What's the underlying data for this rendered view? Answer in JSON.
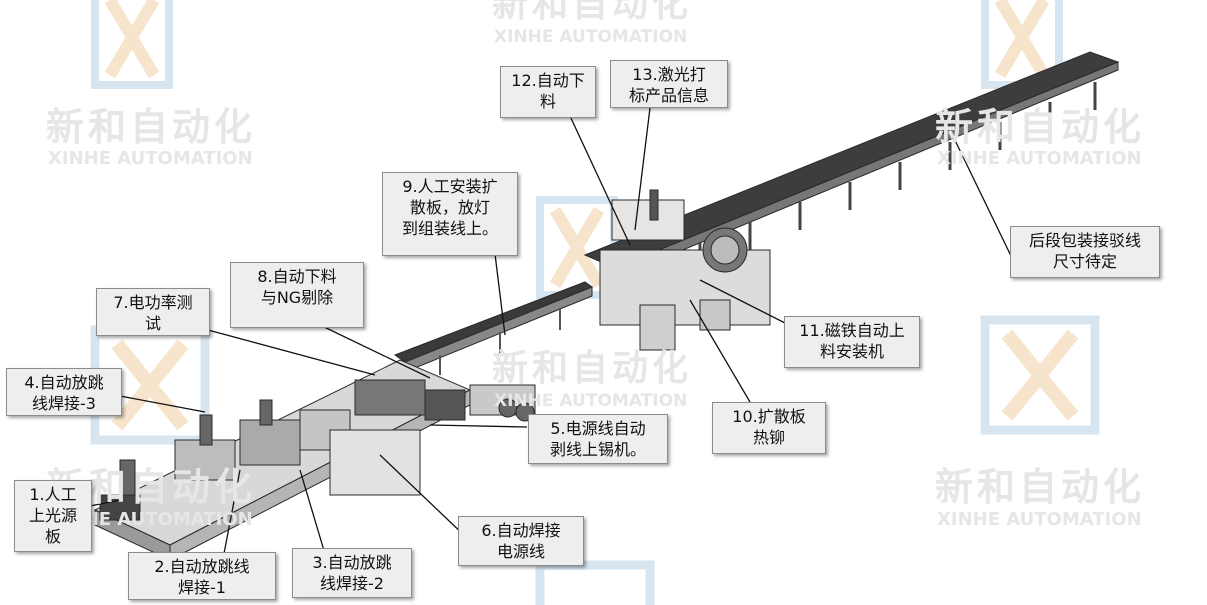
{
  "watermark": {
    "brand_cn": "新和自动化",
    "brand_en": "XINHE AUTOMATION",
    "colors": {
      "logo_blue": "#d3e2f0",
      "logo_orange": "#f5e3c7",
      "text": "#e6e6e6"
    }
  },
  "callouts": [
    {
      "id": "c1",
      "text": "1.人工\n上光源\n板"
    },
    {
      "id": "c2",
      "text": "2.自动放跳线\n焊接-1"
    },
    {
      "id": "c3",
      "text": "3.自动放跳\n线焊接-2"
    },
    {
      "id": "c4",
      "text": "4.自动放跳\n线焊接-3"
    },
    {
      "id": "c5",
      "text": "5.电源线自动\n剥线上锡机。"
    },
    {
      "id": "c6",
      "text": "6.自动焊接\n电源线"
    },
    {
      "id": "c7",
      "text": "7.电功率测\n试"
    },
    {
      "id": "c8",
      "text": "8.自动下料\n与NG剔除"
    },
    {
      "id": "c9",
      "text": "9.人工安装扩\n散板，放灯\n到组装线上。"
    },
    {
      "id": "c10",
      "text": "10.扩散板\n热铆"
    },
    {
      "id": "c11",
      "text": "11.磁铁自动上\n料安装机"
    },
    {
      "id": "c12",
      "text": "12.自动下\n料"
    },
    {
      "id": "c13",
      "text": "13.激光打\n标产品信息"
    },
    {
      "id": "c14",
      "text": "后段包装接驳线\n尺寸待定"
    }
  ]
}
